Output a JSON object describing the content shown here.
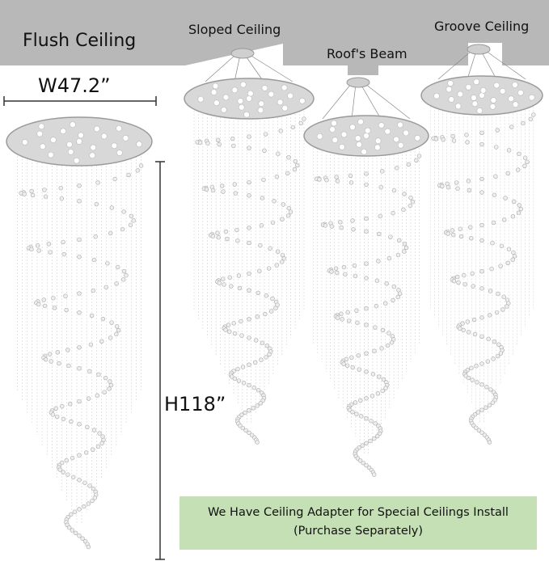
{
  "labels": {
    "flush": "Flush Ceiling",
    "sloped": "Sloped Ceiling",
    "beam": "Roof's Beam",
    "groove": "Groove Ceiling"
  },
  "dimensions": {
    "width": "W47.2”",
    "height": "H118”"
  },
  "note": {
    "line1": "We Have Ceiling Adapter for Special Ceilings Install",
    "line2": "(Purchase Separately)"
  },
  "colors": {
    "ceiling": "#b8b8b8",
    "note_bg": "#c5e0b4"
  }
}
